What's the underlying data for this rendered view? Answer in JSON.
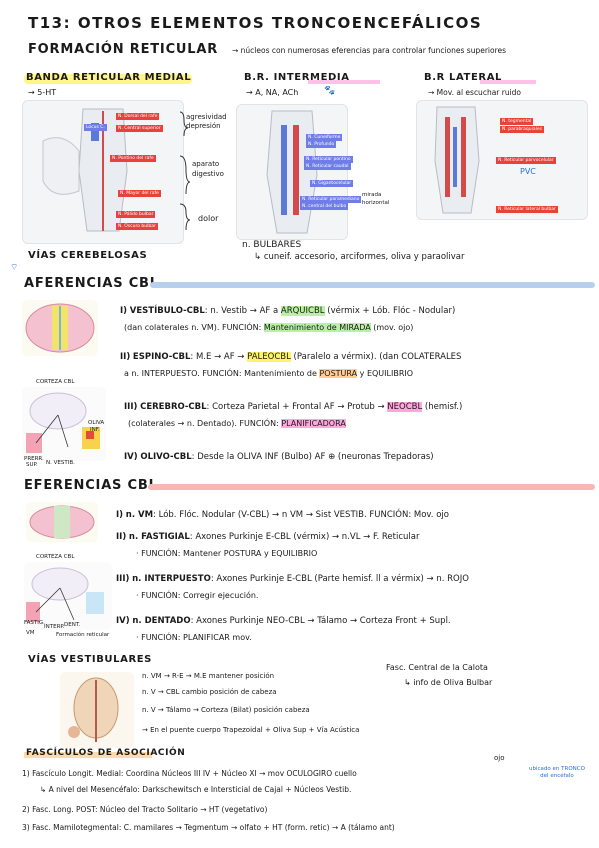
{
  "title": "T13: OTROS ELEMENTOS TRONCOENCEFÁLICOS",
  "formacion": {
    "heading": "FORMACIÓN RETICULAR",
    "desc": "→ núcleos con numerosas eferencias para controlar funciones superiores"
  },
  "banda_medial": {
    "heading": "BANDA RETICULAR MEDIAL",
    "sub": "→ 5-HT",
    "labels": [
      "N. Dorsal del rafe",
      "N. Central superior",
      "N. Pontino del rafe",
      "N. Mayor del rafe",
      "N. Pálido bulbar",
      "N. Oscuro bulbar"
    ],
    "locus": "Locus C.",
    "notes": [
      "agresividad",
      "depresión",
      "aparato",
      "digestivo",
      "dolor"
    ]
  },
  "banda_intermedia": {
    "heading": "B.R. INTERMEDIA",
    "sub": "→ A, NA, ACh",
    "labels": [
      "N. Cuneiforme",
      "N. Profundo",
      "N. Reticular pontino",
      "N. Reticular caudal",
      "N. Gigantocelular",
      "N. Reticular paramediano",
      "N. central del bulbo"
    ],
    "note1": "mirada",
    "note2": "horizontal"
  },
  "banda_lateral": {
    "heading": "B.R LATERAL",
    "sub": "→ Mov. al escuchar ruido",
    "labels": [
      "N. tegmental",
      "N. parabraquiales",
      "N. Reticular parvocelular",
      "N. Reticular lateral bulbar"
    ],
    "pvc": "PVC"
  },
  "vias_cerebelosas": "VÍAS CEREBELOSAS",
  "bulbares": {
    "line1": "n. BULBARES",
    "line2": "↳ cuneif. accesorio, arciformes, oliva y paraolivar"
  },
  "afferencias": {
    "heading": "AFERENCIAS CBL",
    "fig_labels": [
      "CORTEZA CBL",
      "PRERR.",
      "SUP.",
      "N. VESTIB.",
      "OLIVA",
      "INF."
    ],
    "items": [
      {
        "n": "I)",
        "name": "VESTÍBULO-CBL",
        "rest": ": n. Vestib → AF a",
        "hl": "ARQUICBL",
        "tail": "(vérmix + Lób. Flóc - Nodular)",
        "line2": "(dan colaterales n. VM). FUNCIÓN:",
        "hl2": "Mantenimiento de MIRADA",
        "tail2": "(mov. ojo)"
      },
      {
        "n": "II)",
        "name": "ESPINO-CBL",
        "rest": ": M.E → AF →",
        "hl": "PALEOCBL",
        "tail": "(Paralelo a vérmix). (dan COLATERALES",
        "line2": "a n. INTERPUESTO. FUNCIÓN: Mantenimiento de",
        "hl2": "POSTURA",
        "tail2": "y EQUILIBRIO"
      },
      {
        "n": "III)",
        "name": "CEREBRO-CBL",
        "rest": ": Corteza Parietal + Frontal AF → Protub →",
        "hl": "NEOCBL",
        "tail": "(hemisf.)",
        "line2": "(colaterales → n. Dentado). FUNCIÓN:",
        "hl2": "PLANIFICADORA",
        "tail2": ""
      },
      {
        "n": "IV)",
        "name": "OLIVO-CBL",
        "rest": ": Desde la OLIVA INF (Bulbo) AF ⊕ (neuronas Trepadoras)",
        "hl": "",
        "tail": "",
        "line2": "",
        "hl2": "",
        "tail2": ""
      }
    ]
  },
  "eferencias": {
    "heading": "EFERENCIAS CBL",
    "fig_labels": [
      "CORTEZA CBL",
      "FASTIG.",
      "INTERP.",
      "DENT.",
      "VM",
      "Formación reticular"
    ],
    "items": [
      {
        "n": "I)",
        "name": "n. VM",
        "line1": ": Lób. Flóc. Nodular (V-CBL) → n VM → Sist VESTIB. FUNCIÓN: Mov. ojo",
        "line2": ""
      },
      {
        "n": "II)",
        "name": "n. FASTIGIAL",
        "line1": ": Axones Purkinje E-CBL (vérmix) → n.VL → F. Reticular",
        "line2": "· FUNCIÓN: Mantener POSTURA y EQUILIBRIO"
      },
      {
        "n": "III)",
        "name": "n. INTERPUESTO",
        "line1": ": Axones Purkinje E-CBL (Parte hemisf. ll a vérmix) → n. ROJO",
        "line2": "· FUNCIÓN: Corregir ejecución."
      },
      {
        "n": "IV)",
        "name": "n. DENTADO",
        "line1": ": Axones Purkinje NEO-CBL → Tálamo → Corteza Front + Supl.",
        "line2": "· FUNCIÓN: PLANIFICAR mov."
      }
    ]
  },
  "vias_vestibulares": {
    "heading": "VÍAS VESTIBULARES",
    "lines": [
      "n. VM → R-E → M.E mantener posición",
      "n. V → CBL cambio posición de cabeza",
      "n. V → Tálamo → Corteza (Bilat) posición cabeza",
      "→ En el puente cuerpo Trapezoidal + Oliva Sup + Vía Acústica"
    ],
    "right1": "Fasc. Central de la Calota",
    "right2": "↳ info de Oliva Bulbar"
  },
  "fasciculos": {
    "heading": "FASCÍCULOS DE ASOCIACIÓN",
    "l1a": "1) Fascículo Longit. Medial: Coordina Núcleos III IV + Núcleo XI → mov OCULOGIRO cuello",
    "l1b": "↳ A nivel del Mesencéfalo: Darkschewitsch e Intersticial de Cajal + Núcleos Vestib.",
    "l2": "2) Fasc. Long. POST: Núcleo del Tracto Solitario → HT (vegetativo)",
    "l3": "3) Fasc. Mamilotegmental: C. mamilares → Tegmentum → olfato + HT (form. retic) → A (tálamo ant)",
    "side_top": "ojo",
    "side_note": "ubicado en TRONCO del encéfalo"
  }
}
